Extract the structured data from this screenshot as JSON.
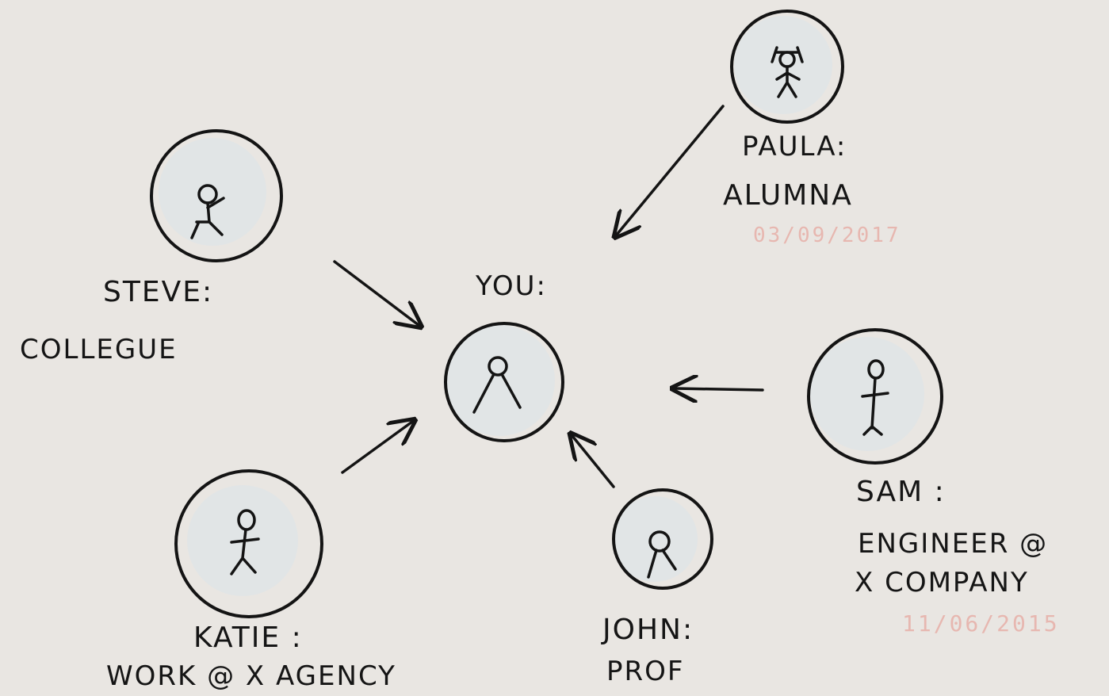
{
  "diagram": {
    "center": {
      "label": "YOU:"
    },
    "contacts": [
      {
        "id": "steve",
        "name": "STEVE:",
        "role": "COLLEGUE",
        "date": ""
      },
      {
        "id": "paula",
        "name": "PAULA:",
        "role": "ALUMNA",
        "date": "03/09/2017"
      },
      {
        "id": "sam",
        "name": "SAM :",
        "role_line1": "ENGINEER @",
        "role_line2": "X COMPANY",
        "date": "11/06/2015"
      },
      {
        "id": "katie",
        "name": "KATIE :",
        "role": "WORK @ X AGENCY",
        "date": ""
      },
      {
        "id": "john",
        "name": "JOHN:",
        "role": "PROF",
        "date": ""
      }
    ]
  },
  "colors": {
    "ink": "#141414",
    "paper": "#e9e6e2",
    "date_ink": "#e7b7b0",
    "circle_tint": "#dbe4ea"
  }
}
